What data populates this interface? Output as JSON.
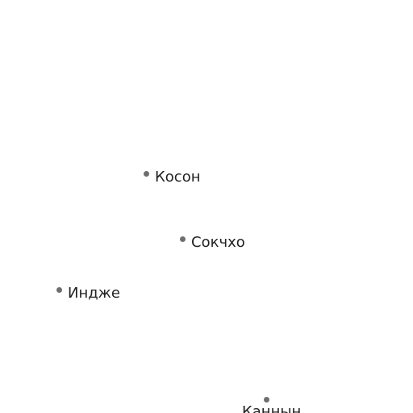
{
  "map": {
    "places": [
      {
        "name": "Косон"
      },
      {
        "name": "Сокчхо"
      },
      {
        "name": "Индже"
      },
      {
        "name": "Каннын"
      }
    ],
    "colors": {
      "background": "#ffffff",
      "marker": "#6e6e6e",
      "label": "#222222"
    }
  }
}
